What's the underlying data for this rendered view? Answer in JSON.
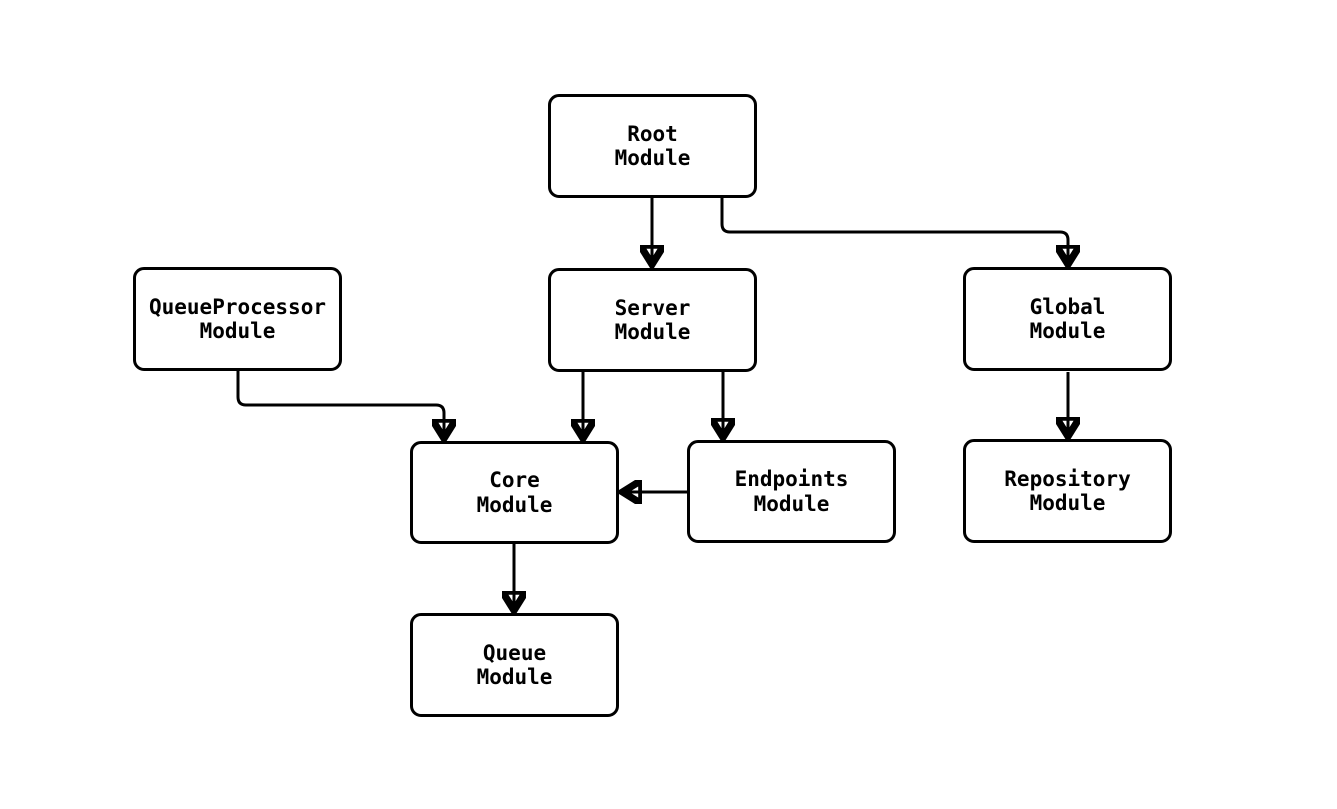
{
  "canvas": {
    "background_color": "#ffffff",
    "stroke_color": "#000000",
    "node_fill_color": "#ffffff",
    "text_color": "#000000"
  },
  "diagram": {
    "type": "module-dependency-flowchart",
    "nodes": [
      {
        "id": "root",
        "line1": "Root",
        "line2": "Module"
      },
      {
        "id": "queueprocessor",
        "line1": "QueueProcessor",
        "line2": "Module"
      },
      {
        "id": "server",
        "line1": "Server",
        "line2": "Module"
      },
      {
        "id": "global",
        "line1": "Global",
        "line2": "Module"
      },
      {
        "id": "core",
        "line1": "Core",
        "line2": "Module"
      },
      {
        "id": "endpoints",
        "line1": "Endpoints",
        "line2": "Module"
      },
      {
        "id": "repository",
        "line1": "Repository",
        "line2": "Module"
      },
      {
        "id": "queue",
        "line1": "Queue",
        "line2": "Module"
      }
    ],
    "edges": [
      {
        "from": "Root Module",
        "to": "Server Module"
      },
      {
        "from": "Root Module",
        "to": "Global Module"
      },
      {
        "from": "QueueProcessor Module",
        "to": "Core Module"
      },
      {
        "from": "Server Module",
        "to": "Core Module"
      },
      {
        "from": "Server Module",
        "to": "Endpoints Module"
      },
      {
        "from": "Endpoints Module",
        "to": "Core Module"
      },
      {
        "from": "Global Module",
        "to": "Repository Module"
      },
      {
        "from": "Core Module",
        "to": "Queue Module"
      }
    ]
  }
}
